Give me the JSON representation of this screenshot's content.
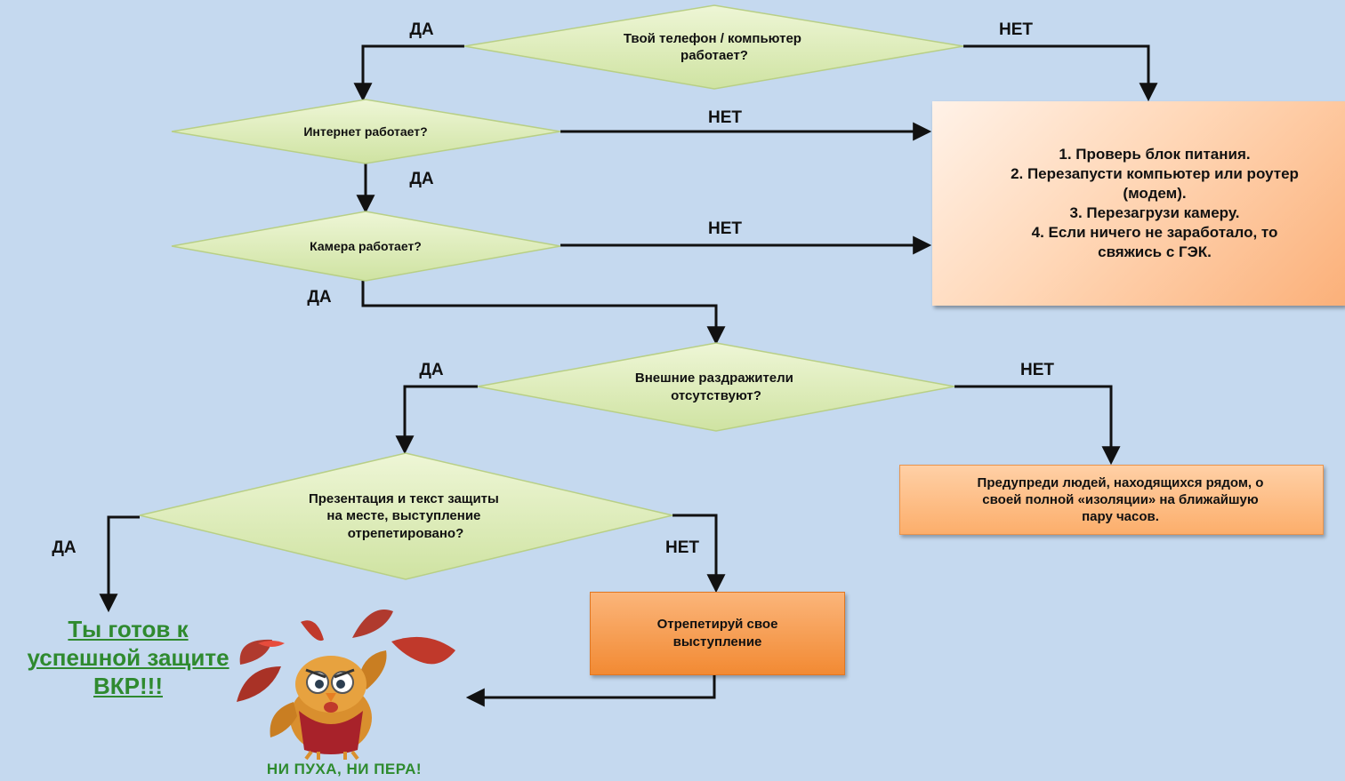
{
  "decisions": {
    "device": [
      "Твой телефон / компьютер",
      "работает?"
    ],
    "internet": [
      "Интернет работает?"
    ],
    "camera": [
      "Камера работает?"
    ],
    "distractions": [
      "Внешние раздражители",
      "отсутствуют?"
    ],
    "presentation": [
      "Презентация и текст защиты",
      "на месте, выступление",
      "отрепетировано?"
    ]
  },
  "labels": {
    "yes": "ДА",
    "no": "НЕТ"
  },
  "boxes": {
    "troubleshoot": {
      "lines": [
        "1. Проверь блок питания.",
        "2. Перезапусти компьютер или роутер",
        "(модем).",
        "3. Перезагрузи камеру.",
        "4. Если ничего не заработало, то",
        "свяжись с ГЭК."
      ]
    },
    "warn_people": {
      "lines": [
        "Предупреди людей, находящихся рядом, о",
        "своей полной «изоляции» на ближайшую",
        "пару часов."
      ]
    },
    "rehearse": {
      "lines": [
        "Отрепетируй свое",
        "выступление"
      ]
    }
  },
  "result": {
    "ready_lines": [
      "Ты готов к",
      "успешной защите",
      "ВКР!!!"
    ],
    "good_luck": "НИ  ПУХА, НИ ПЕРА!"
  },
  "colors": {
    "background": "#c5d9ef",
    "diamond_fill": "#dcebb8",
    "box_peach": "#ffd7b7",
    "box_orange": "#f28a33",
    "result_green": "#2f8a2f"
  }
}
